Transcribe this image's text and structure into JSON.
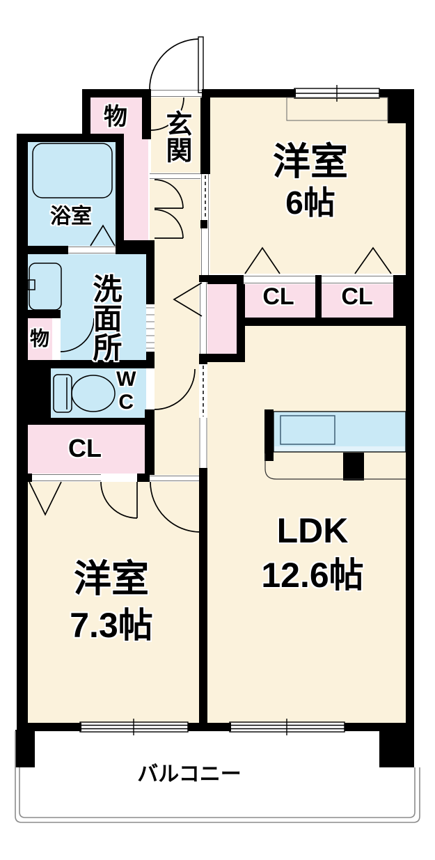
{
  "colors": {
    "floor_room": "#FBF2DC",
    "floor_wet": "#C9E9F6",
    "floor_closet": "#FADEE9",
    "wall": "#000000",
    "kitchen_strip": "#E3F3FB",
    "balcony_border": "#8C8C8C"
  },
  "rooms": {
    "storage_top": {
      "label": "物"
    },
    "entrance": {
      "label": "玄関"
    },
    "bedroom1": {
      "name": "洋室",
      "size": "6帖"
    },
    "bathroom": {
      "label": "浴室"
    },
    "washroom": {
      "label": "洗面所"
    },
    "storage_small": {
      "label": "物"
    },
    "toilet": {
      "label": "WC"
    },
    "closet_bedroom2": {
      "label": "CL"
    },
    "closet_1": {
      "label": "CL"
    },
    "closet_2": {
      "label": "CL"
    },
    "hall_closet": {
      "label": ""
    },
    "ldk": {
      "name": "LDK",
      "size": "12.6帖"
    },
    "bedroom2": {
      "name": "洋室",
      "size": "7.3帖"
    },
    "balcony": {
      "label": "バルコニー"
    }
  }
}
